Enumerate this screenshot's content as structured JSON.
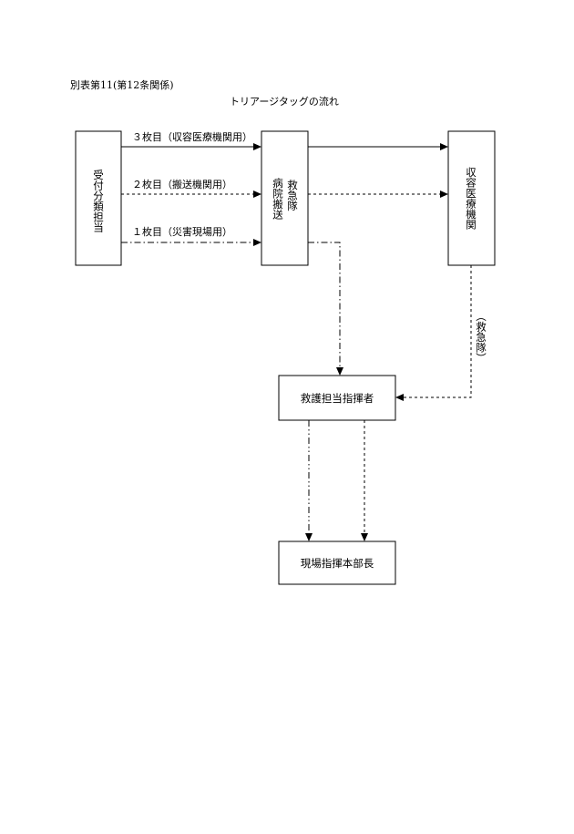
{
  "document": {
    "heading": "別表第11(第12条関係)",
    "title": "トリアージタッグの流れ"
  },
  "nodes": {
    "reception": "受付分類担当",
    "ambulance": "救急隊",
    "hospital_transport": "病院搬送",
    "receiving_institution": "収容医療機関",
    "rescue_commander": "救護担当指揮者",
    "site_commander": "現場指揮本部長"
  },
  "edges": {
    "sheet3": "３枚目（収容医療機関用）",
    "sheet2": "２枚目（搬送機関用）",
    "sheet1": "１枚目（災害現場用）",
    "return_label": "（救急隊）"
  }
}
